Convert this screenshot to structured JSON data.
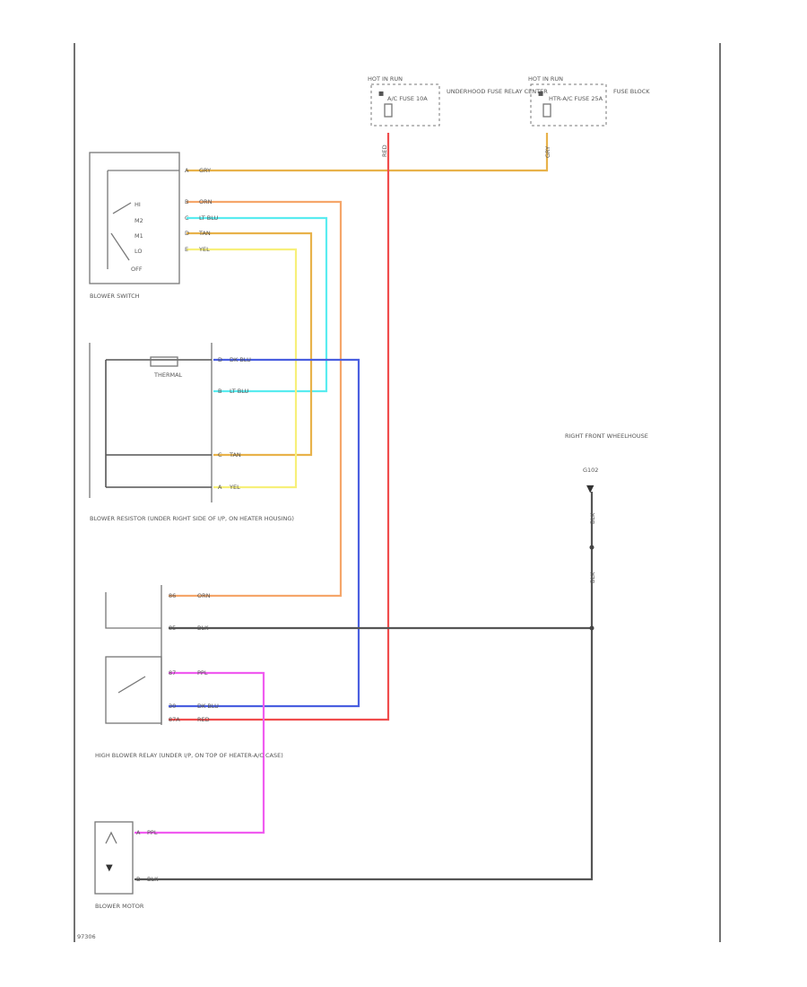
{
  "page_code": "97306",
  "colors": {
    "orange": "#f5a66a",
    "tan": "#e8b24a",
    "cyan": "#59ecf0",
    "yellow": "#f7f07a",
    "red": "#f04c4c",
    "blue": "#4a5fe0",
    "magenta": "#f05cf0",
    "gray": "#555555"
  },
  "fuse_block_1": {
    "header": "HOT IN RUN",
    "label": "A/C FUSE 10A",
    "desc": "UNDERHOOD FUSE RELAY CENTER",
    "wire": "RED"
  },
  "fuse_block_2": {
    "header": "HOT IN RUN",
    "label": "HTR-A/C FUSE 25A",
    "desc": "FUSE BLOCK",
    "wire": "GRY"
  },
  "blower_switch": {
    "name": "BLOWER SWITCH",
    "off_label": "OFF",
    "positions": [
      "HI",
      "M2",
      "M1",
      "LO"
    ],
    "pins": [
      {
        "pin": "A",
        "wire": "GRY"
      },
      {
        "pin": "B",
        "wire": "ORN"
      },
      {
        "pin": "C",
        "wire": "LT BLU"
      },
      {
        "pin": "D",
        "wire": "TAN"
      },
      {
        "pin": "E",
        "wire": "YEL"
      }
    ]
  },
  "blower_resistor": {
    "name": "BLOWER RESISTOR (UNDER RIGHT SIDE OF I/P, ON HEATER HOUSING)",
    "fuse_label": "THERMAL",
    "pins": [
      {
        "pin": "D",
        "wire": "DK BLU"
      },
      {
        "pin": "B",
        "wire": "LT BLU"
      },
      {
        "pin": "C",
        "wire": "TAN"
      },
      {
        "pin": "A",
        "wire": "YEL"
      }
    ]
  },
  "relay": {
    "name": "HIGH BLOWER RELAY (UNDER I/P, ON TOP OF HEATER-A/C CASE)",
    "pins": [
      {
        "pin": "86",
        "wire": "ORN"
      },
      {
        "pin": "85",
        "wire": "BLK"
      },
      {
        "pin": "87",
        "wire": "PPL"
      },
      {
        "pin": "30",
        "wire": "DK BLU"
      },
      {
        "pin": "87A",
        "wire": "RED"
      }
    ]
  },
  "ground": {
    "name": "RIGHT FRONT WHEELHOUSE",
    "id": "G102",
    "wire": "BLK"
  },
  "motor": {
    "name": "BLOWER MOTOR",
    "pins": [
      {
        "pin": "A",
        "wire": "PPL"
      },
      {
        "pin": "B",
        "wire": "BLK"
      }
    ]
  }
}
